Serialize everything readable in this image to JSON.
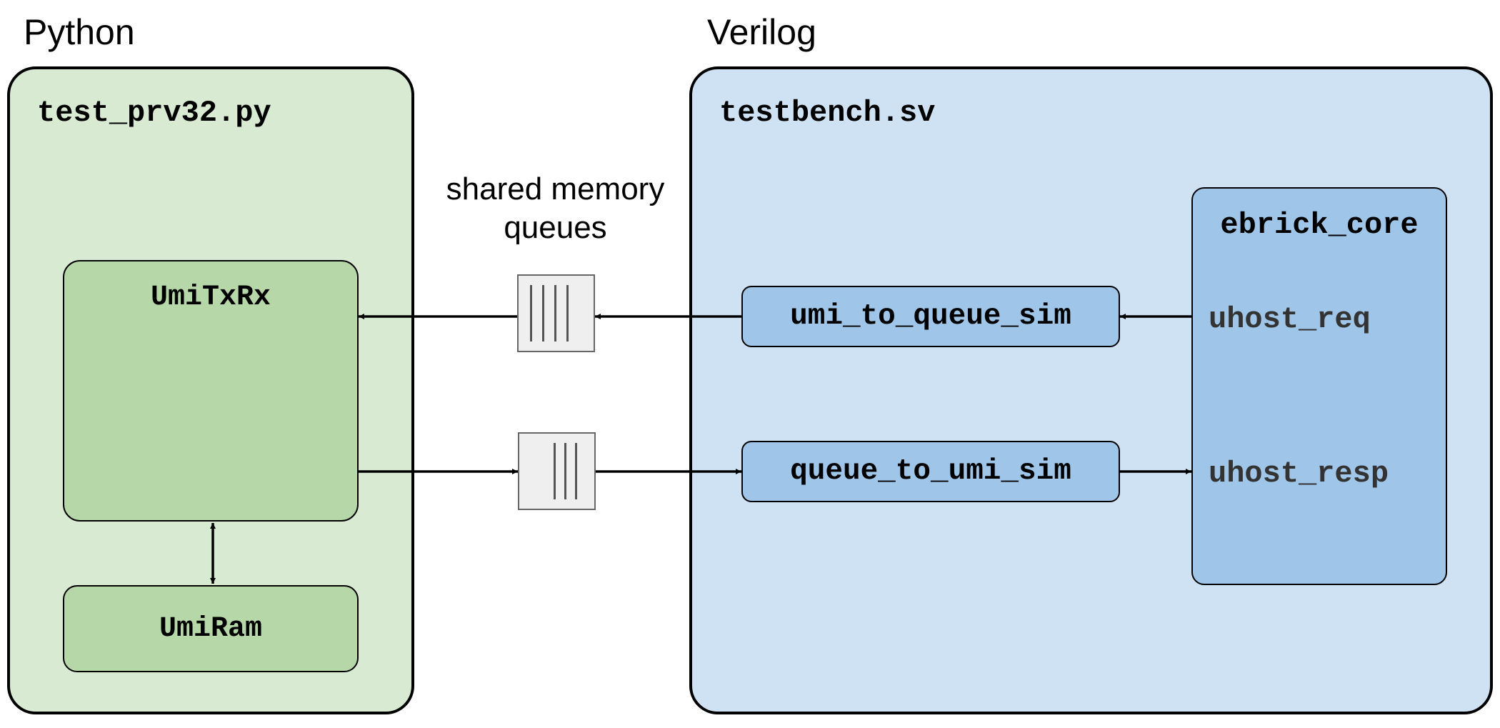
{
  "sections": {
    "python_label": "Python",
    "verilog_label": "Verilog"
  },
  "python_container": {
    "title": "test_prv32.py",
    "color": "#d9ead3",
    "blocks": {
      "txrx": "UmiTxRx",
      "ram": "UmiRam"
    }
  },
  "verilog_container": {
    "title": "testbench.sv",
    "color": "#cfe2f3",
    "blocks": {
      "to_queue": "umi_to_queue_sim",
      "to_umi": "queue_to_umi_sim"
    },
    "core": {
      "title": "ebrick_core",
      "signal_req": "uhost_req",
      "signal_resp": "uhost_resp"
    }
  },
  "queues": {
    "label_line1": "shared memory",
    "label_line2": "queues"
  },
  "colors": {
    "green_block": "#b6d7a8",
    "blue_block": "#9fc5e8",
    "queue_fill": "#efefef"
  }
}
